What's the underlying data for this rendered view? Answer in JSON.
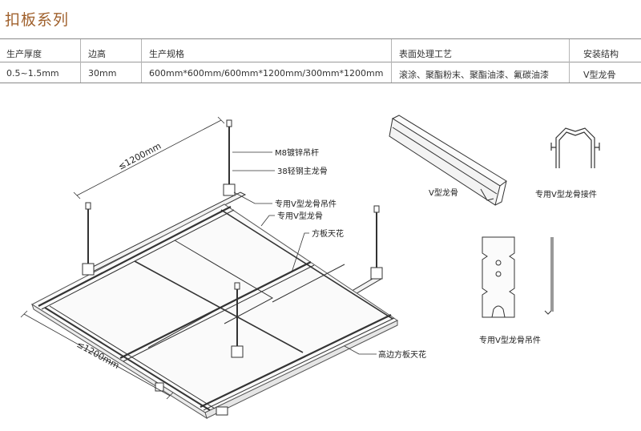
{
  "page_title": "扣板系列",
  "spec_table": {
    "headers": [
      "生产厚度",
      "边高",
      "生产规格",
      "表面处理工艺",
      "安装结构"
    ],
    "values": [
      "0.5~1.5mm",
      "30mm",
      "600mm*600mm/600mm*1200mm/300mm*1200mm",
      "滚涂、聚酯粉末、聚酯油漆、氟碳油漆",
      "V型龙骨"
    ]
  },
  "diagram_labels": {
    "hanger_rod": "M8镀锌吊杆",
    "main_keel": "38轻钢主龙骨",
    "v_keel_hanger": "专用V型龙骨吊件",
    "v_keel": "专用V型龙骨",
    "square_panel": "方板天花",
    "high_edge_panel": "高边方板天花",
    "dim_top": "≤1200mm",
    "dim_bottom": "≤1200mm"
  },
  "part_labels": {
    "v_keel_part": "V型龙骨",
    "v_keel_connector": "专用V型龙骨接件",
    "v_keel_hanger_part": "专用V型龙骨吊件"
  }
}
